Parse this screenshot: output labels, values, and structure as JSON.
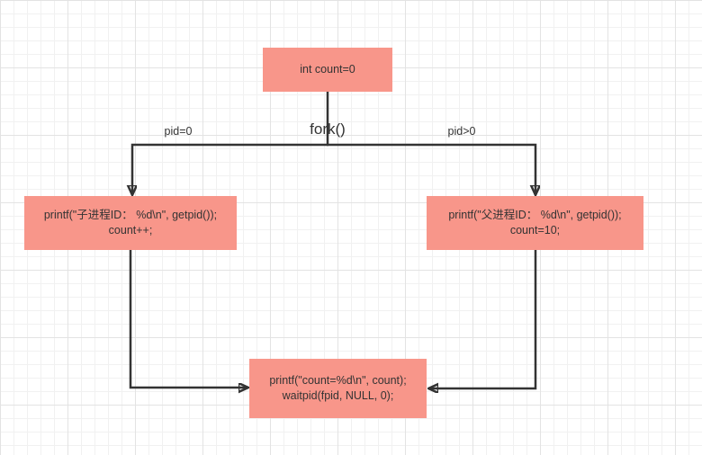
{
  "colors": {
    "node_fill": "#F8968A",
    "edge": "#333333",
    "text": "#333333",
    "grid_minor": "#F1F1F1",
    "grid_major": "#E3E3E3"
  },
  "diagram": {
    "nodes": {
      "init": {
        "text": "int count=0"
      },
      "child": {
        "line1": "printf(\"子进程ID： %d\\n\", getpid());",
        "line2": "count++;"
      },
      "parent": {
        "line1": "printf(\"父进程ID： %d\\n\", getpid());",
        "line2": "count=10;"
      },
      "join": {
        "line1": "printf(\"count=%d\\n\", count);",
        "line2": "waitpid(fpid, NULL, 0);"
      }
    },
    "labels": {
      "fork": "fork()",
      "child_branch": "pid=0",
      "parent_branch": "pid>0"
    }
  }
}
